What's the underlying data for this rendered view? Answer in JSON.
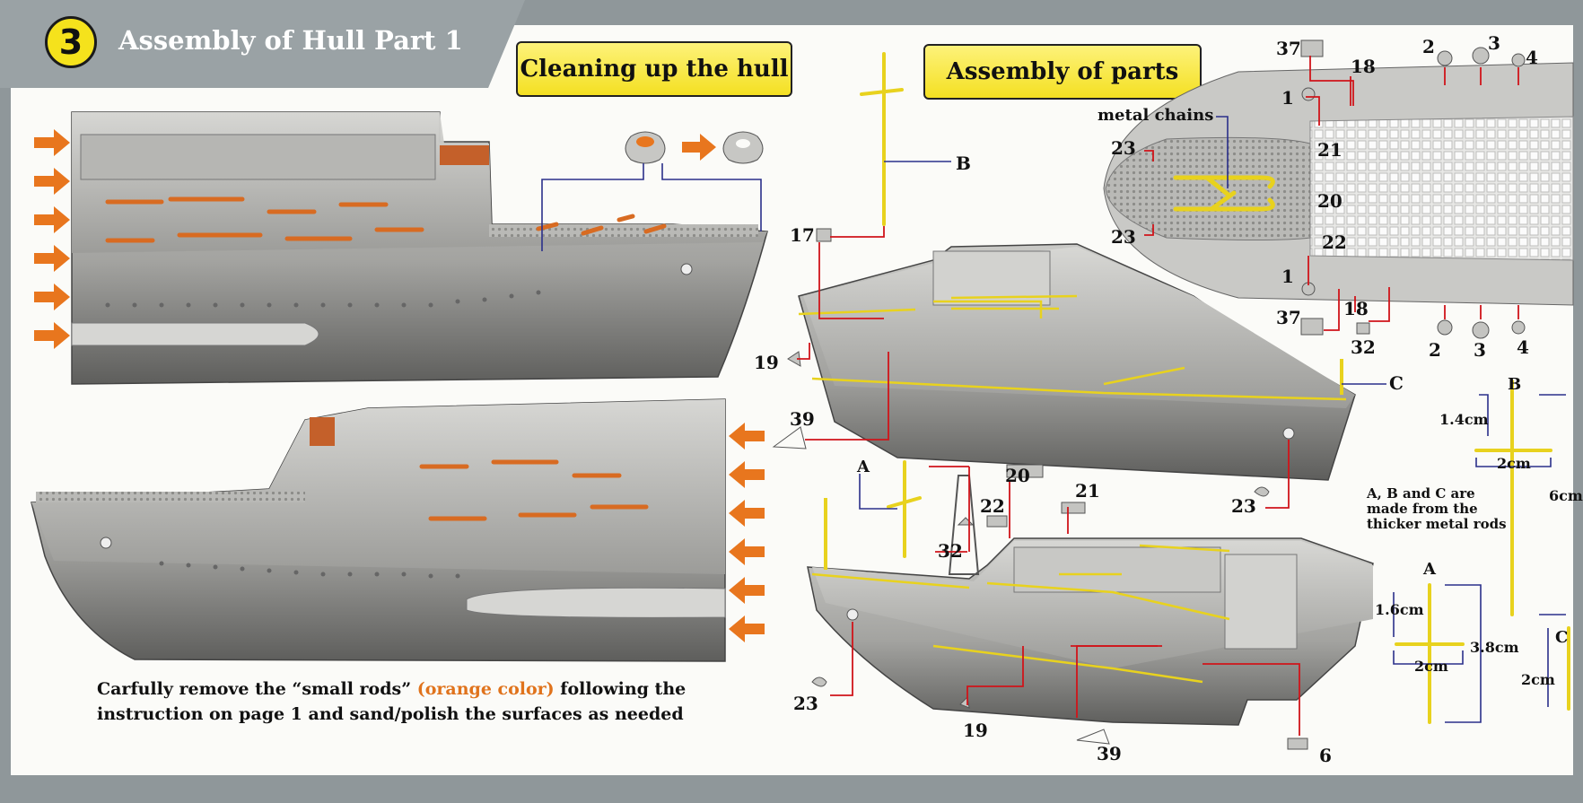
{
  "header": {
    "step_number": "3",
    "title": "Assembly of Hull Part 1"
  },
  "section_labels": {
    "cleaning": "Cleaning up the hull",
    "assembly": "Assembly of parts"
  },
  "caption": {
    "part1": "Carfully remove the “small rods”",
    "highlight": "(orange color)",
    "part2": "following the instruction on page 1 and sand/polish the surfaces as needed"
  },
  "labels": {
    "metal_chains": "metal chains",
    "rod_note": "A, B and C are made from the thicker metal rods"
  },
  "part_numbers": {
    "n37_top": "37",
    "n18_top": "18",
    "n2_top": "2",
    "n3_top": "3",
    "n4_top": "4",
    "n1_top": "1",
    "n23_a": "23",
    "n21_deck": "21",
    "n20_deck": "20",
    "n23_b": "23",
    "n22_deck": "22",
    "n1_bot": "1",
    "n18_bot": "18",
    "n37_bot": "37",
    "n32_deck": "32",
    "n2_bot": "2",
    "n3_bot": "3",
    "n4_bot": "4",
    "n17": "17",
    "n19_top": "19",
    "n39_top": "39",
    "n23_hull": "23",
    "rod_B": "B",
    "rod_C": "C",
    "rod_A": "A",
    "n20_low": "20",
    "n21_low": "21",
    "n22_low": "22",
    "n32_low": "32",
    "n23_low": "23",
    "n19_low": "19",
    "n39_low": "39",
    "n6_low": "6"
  },
  "rod_dims": {
    "B_label": "B",
    "B_w": "1.4cm",
    "B_cross": "2cm",
    "B_h": "6cm",
    "A_label": "A",
    "A_w": "1.6cm",
    "A_cross": "2cm",
    "A_h": "3.8cm",
    "C_label": "C",
    "C_w": "2cm"
  },
  "colors": {
    "header_band": "#9aa2a5",
    "step_circle": "#f5e21c",
    "label_yellow": "#f4e022",
    "arrow_orange": "#e8761e",
    "leader_red": "#d0141a",
    "leader_blue": "#2a2f8a",
    "rod_yellow": "#e8d21e",
    "hull_grey": "#a9a9a7"
  }
}
